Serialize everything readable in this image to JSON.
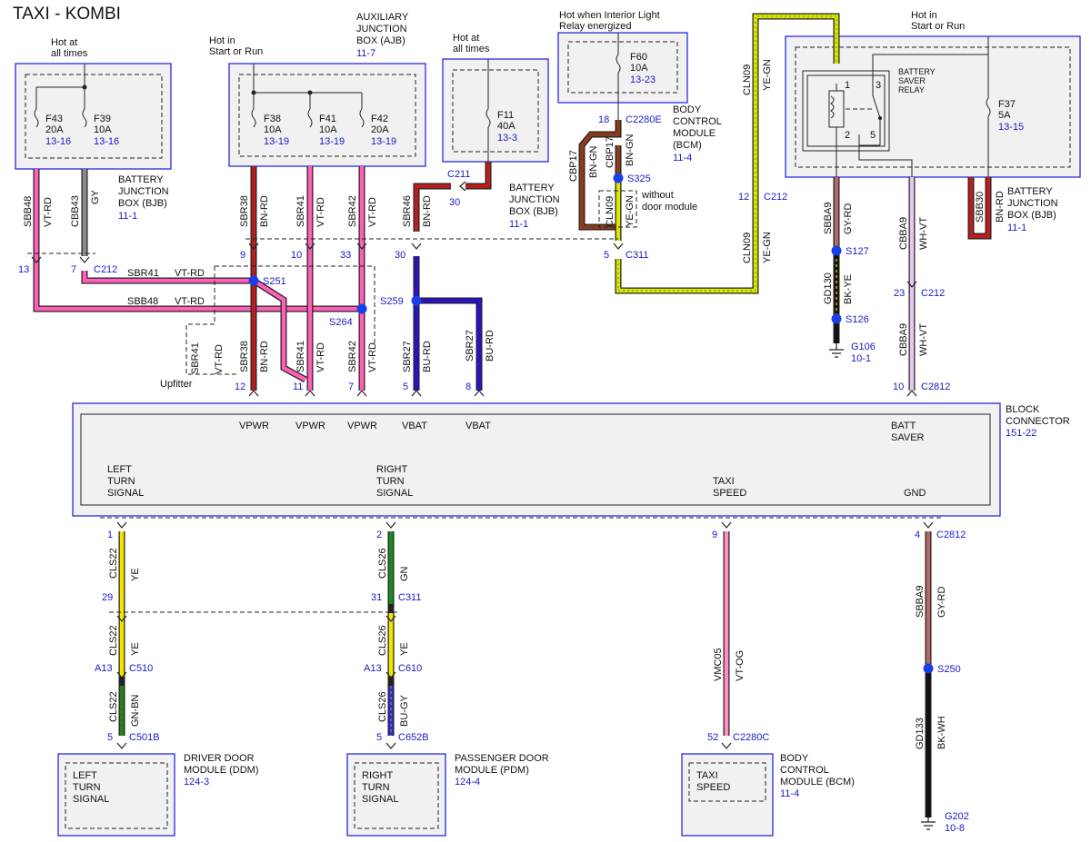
{
  "title": "TAXI - KOMBI",
  "bjb_left": {
    "hot": [
      "Hot at",
      "all times"
    ],
    "name": [
      "BATTERY",
      "JUNCTION",
      "BOX (BJB)"
    ],
    "ref": "11-1",
    "fuses": [
      {
        "id": "F43",
        "amp": "20A",
        "ref": "13-16"
      },
      {
        "id": "F39",
        "amp": "10A",
        "ref": "13-16"
      }
    ]
  },
  "ajb": {
    "hot": [
      "Hot in",
      "Start or Run"
    ],
    "name": [
      "AUXILIARY",
      "JUNCTION",
      "BOX (AJB)"
    ],
    "ref": "11-7",
    "fuses": [
      {
        "id": "F38",
        "amp": "10A",
        "ref": "13-19"
      },
      {
        "id": "F41",
        "amp": "10A",
        "ref": "13-19"
      },
      {
        "id": "F42",
        "amp": "20A",
        "ref": "13-19"
      }
    ]
  },
  "bjb_mid": {
    "hot": [
      "Hot at",
      "all times"
    ],
    "fuse": {
      "id": "F11",
      "amp": "40A",
      "ref": "13-3"
    },
    "connector": "C211",
    "pin": "30",
    "name": [
      "BATTERY",
      "JUNCTION",
      "BOX (BJB)"
    ],
    "ref": "11-1"
  },
  "bcm_top": {
    "hot": [
      "Hot when Interior Light",
      "Relay energized"
    ],
    "fuse": {
      "id": "F60",
      "amp": "10A",
      "ref": "13-23"
    },
    "pin": "18",
    "connector": "C2280E",
    "name": [
      "BODY",
      "CONTROL",
      "MODULE",
      "(BCM)"
    ],
    "ref": "11-4"
  },
  "bjb_right": {
    "hot": [
      "Hot in",
      "Start or Run"
    ],
    "relay": [
      "BATTERY",
      "SAVER",
      "RELAY"
    ],
    "relay_pins": [
      "1",
      "3",
      "2",
      "5"
    ],
    "fuse": {
      "id": "F37",
      "amp": "5A",
      "ref": "13-15"
    },
    "name": [
      "BATTERY",
      "JUNCTION",
      "BOX (BJB)"
    ],
    "ref": "11-1"
  },
  "wires": {
    "sbb48": {
      "circuit": "SBB48",
      "color": "VT-RD"
    },
    "cbb43": {
      "circuit": "CBB43",
      "color": "GY"
    },
    "sbr38": {
      "circuit": "SBR38",
      "color": "BN-RD"
    },
    "sbr41": {
      "circuit": "SBR41",
      "color": "VT-RD"
    },
    "sbr42": {
      "circuit": "SBR42",
      "color": "VT-RD"
    },
    "sbr46": {
      "circuit": "SBR46",
      "color": "BN-RD"
    },
    "sbr27": {
      "circuit": "SBR27",
      "color": "BU-RD"
    },
    "cbp17": {
      "circuit": "CBP17",
      "color": "BN-GN"
    },
    "cln09": {
      "circuit": "CLN09",
      "color": "YE-GN"
    },
    "sbba9": {
      "circuit": "SBBA9",
      "color": "GY-RD"
    },
    "sbb30": {
      "circuit": "SBB30",
      "color": "BN-RD"
    },
    "cbba9": {
      "circuit": "CBBA9",
      "color": "WH-VT"
    },
    "gd130": {
      "circuit": "GD130",
      "color": "BK-YE"
    },
    "cls22_ye": {
      "circuit": "CLS22",
      "color": "YE"
    },
    "cls22_gnbn": {
      "circuit": "CLS22",
      "color": "GN-BN"
    },
    "cls26_gn": {
      "circuit": "CLS26",
      "color": "GN"
    },
    "cls26_ye": {
      "circuit": "CLS26",
      "color": "YE"
    },
    "cls26_bugy": {
      "circuit": "CLS26",
      "color": "BU-GY"
    },
    "vmc05": {
      "circuit": "VMC05",
      "color": "VT-OG"
    },
    "gd133": {
      "circuit": "GD133",
      "color": "BK-WH"
    }
  },
  "splices": {
    "s251": "S251",
    "s264": "S264",
    "s259": "S259",
    "s325": "S325",
    "s127": "S127",
    "s126": "S126",
    "s250": "S250"
  },
  "grounds": {
    "g106": {
      "id": "G106",
      "ref": "10-1"
    },
    "g202": {
      "id": "G202",
      "ref": "10-8"
    }
  },
  "connectors": {
    "c212": "C212",
    "c311": "C311",
    "c2812": "C2812",
    "c510": "C510",
    "c610": "C610",
    "c501b": "C501B",
    "c652b": "C652B",
    "c2280c": "C2280C"
  },
  "pins": {
    "p13": "13",
    "p7": "7",
    "p9": "9",
    "p10": "10",
    "p33": "33",
    "p30": "30",
    "p5": "5",
    "p12_top": "12",
    "p23": "23",
    "p12": "12",
    "p11": "11",
    "p7b": "7",
    "p5b": "5",
    "p8": "8",
    "p10b": "10",
    "p1": "1",
    "p2": "2",
    "p9b": "9",
    "p4": "4",
    "p29": "29",
    "p31": "31",
    "p_a13": "A13",
    "p_a13b": "A13",
    "p5c": "5",
    "p5d": "5",
    "p52": "52"
  },
  "upfitter": "Upfitter",
  "without_door": [
    "without",
    "door module"
  ],
  "block": {
    "name": [
      "BLOCK",
      "CONNECTOR"
    ],
    "ref": "151-22",
    "inputs": [
      "VPWR",
      "VPWR",
      "VPWR",
      "VBAT",
      "VBAT"
    ],
    "batt_saver": [
      "BATT",
      "SAVER"
    ],
    "outputs": [
      [
        "LEFT",
        "TURN",
        "SIGNAL"
      ],
      [
        "RIGHT",
        "TURN",
        "SIGNAL"
      ],
      [
        "TAXI",
        "SPEED"
      ],
      [
        "GND"
      ]
    ]
  },
  "modules": {
    "ddm": {
      "inner": [
        "LEFT",
        "TURN",
        "SIGNAL"
      ],
      "name": [
        "DRIVER DOOR",
        "MODULE (DDM)"
      ],
      "ref": "124-3"
    },
    "pdm": {
      "inner": [
        "RIGHT",
        "TURN",
        "SIGNAL"
      ],
      "name": [
        "PASSENGER DOOR",
        "MODULE (PDM)"
      ],
      "ref": "124-4"
    },
    "bcm": {
      "inner": [
        "TAXI",
        "SPEED"
      ],
      "name": [
        "BODY",
        "CONTROL",
        "MODULE (BCM)"
      ],
      "ref": "11-4"
    }
  },
  "colors": {
    "vt_rd": "#ff5fb8",
    "bn_rd": "#b81e1e",
    "gy": "#8a8a8a",
    "bu_rd": "#2a12c8",
    "bn_gn": "#8b3a1e",
    "ye_gn": "#d9e600",
    "gy_rd": "#b06a6a",
    "wh_vt": "#e6c8f2",
    "bk": "#111111",
    "ye": "#f2e600",
    "gn": "#1a8a1a",
    "bu_gy": "#2a2ad0",
    "vt_og": "#ff8fc0",
    "link": "#1a1ac8",
    "splice": "#1a3ee8"
  }
}
